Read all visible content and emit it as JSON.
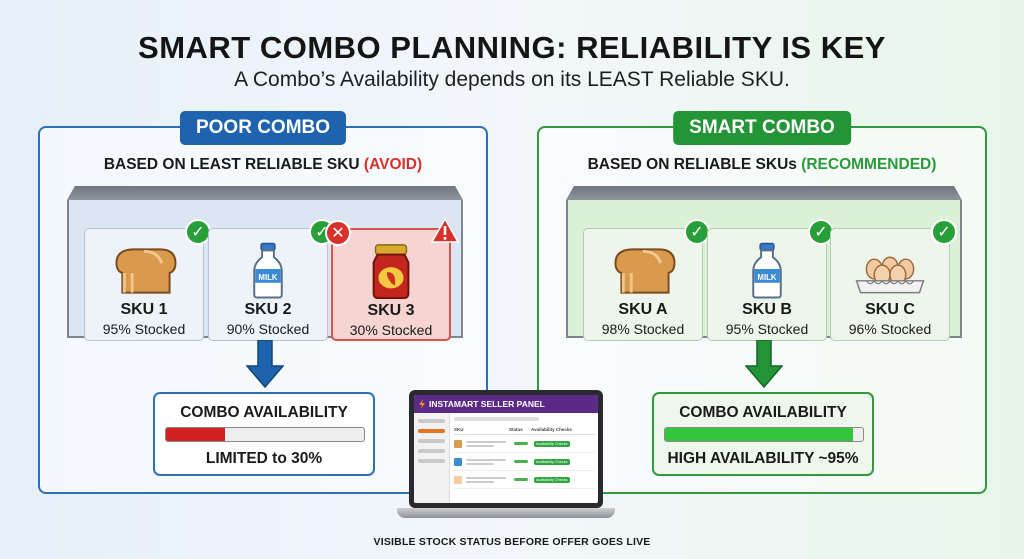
{
  "header": {
    "title": "SMART COMBO PLANNING: RELIABILITY IS KEY",
    "subtitle": "A Combo’s Availability depends on its LEAST Reliable SKU."
  },
  "poor": {
    "tag": "POOR COMBO",
    "based_prefix": "BASED ON LEAST RELIABLE SKU",
    "based_suffix": "(AVOID)",
    "accent": "#1d63ad",
    "skus": [
      {
        "name": "SKU 1",
        "pct": "95% Stocked",
        "icon": "bread-icon",
        "status": "check"
      },
      {
        "name": "SKU 2",
        "pct": "90% Stocked",
        "icon": "milk-bottle-icon",
        "status": "check"
      },
      {
        "name": "SKU 3",
        "pct": "30% Stocked",
        "icon": "sauce-jar-icon",
        "status": "cross"
      }
    ],
    "availability_title": "COMBO AVAILABILITY",
    "availability_level": 0.3,
    "availability_text": "LIMITED to 30%"
  },
  "smart": {
    "tag": "SMART COMBO",
    "based_prefix": "BASED ON RELIABLE SKUs",
    "based_suffix": "(RECOMMENDED)",
    "accent": "#249536",
    "skus": [
      {
        "name": "SKU A",
        "pct": "98% Stocked",
        "icon": "bread-icon",
        "status": "check"
      },
      {
        "name": "SKU B",
        "pct": "95% Stocked",
        "icon": "milk-bottle-icon",
        "status": "check"
      },
      {
        "name": "SKU C",
        "pct": "96% Stocked",
        "icon": "egg-tray-icon",
        "status": "check"
      }
    ],
    "availability_title": "COMBO AVAILABILITY",
    "availability_level": 0.95,
    "availability_text": "HIGH AVAILABILITY ~95%"
  },
  "laptop": {
    "app_title": "INSTAMART SELLER PANEL",
    "col_sku": "SKU",
    "col_status": "Status",
    "col_checks": "Availability Checks",
    "chip": "Availability Checks"
  },
  "caption": "VISIBLE STOCK STATUS BEFORE OFFER GOES LIVE",
  "icons": {
    "milk_label": "MILK"
  }
}
